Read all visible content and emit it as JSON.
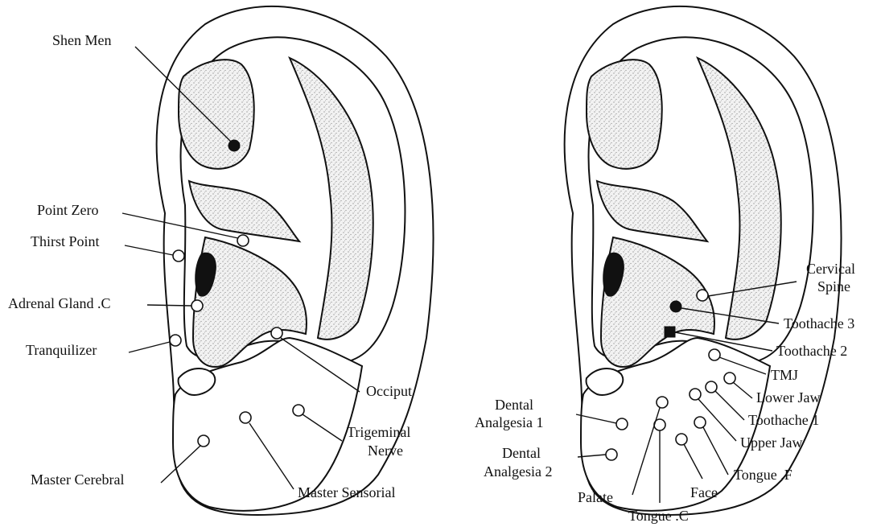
{
  "left_ear": {
    "labels": {
      "shen_men": "Shen Men",
      "point_zero": "Point Zero",
      "thirst_point": "Thirst Point",
      "adrenal_gland": "Adrenal Gland .C",
      "tranquilizer": "Tranquilizer",
      "occiput": "Occiput",
      "trigeminal_1": "Trigeminal",
      "trigeminal_2": "Nerve",
      "master_cerebral": "Master Cerebral",
      "master_sensorial": "Master Sensorial"
    }
  },
  "right_ear": {
    "labels": {
      "cervical_1": "Cervical",
      "cervical_2": "Spine",
      "toothache_3": "Toothache 3",
      "toothache_2": "Toothache 2",
      "tmj": "TMJ",
      "lower_jaw": "Lower Jaw",
      "toothache_1": "Toothache 1",
      "upper_jaw": "Upper Jaw",
      "tongue_f": "Tongue .F",
      "face": "Face",
      "tongue_c": "Tongue .C",
      "palate": "Palate",
      "dental_analgesia_1_a": "Dental",
      "dental_analgesia_1_b": "Analgesia 1",
      "dental_analgesia_2_a": "Dental",
      "dental_analgesia_2_b": "Analgesia 2"
    }
  }
}
